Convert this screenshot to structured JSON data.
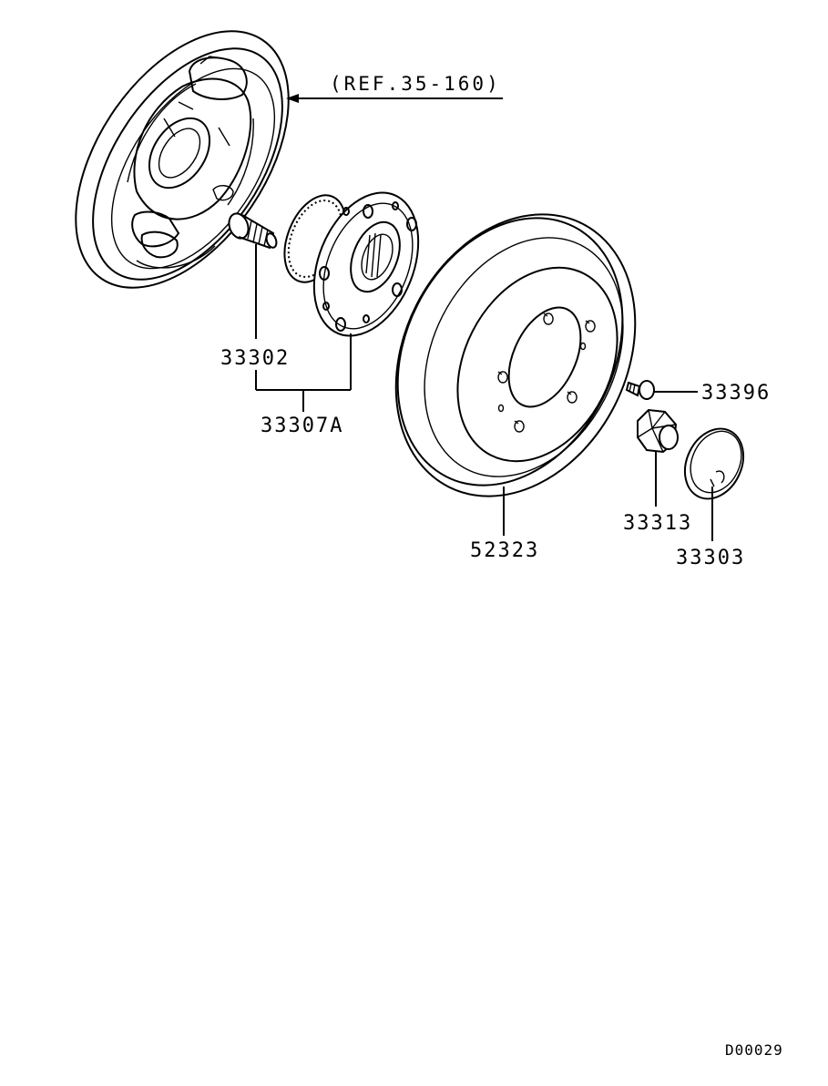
{
  "diagram": {
    "reference_label": "(REF.35-160)",
    "drawing_code": "D00029",
    "parts": [
      {
        "id": "backing_plate_ref",
        "label": "(REF.35-160)"
      },
      {
        "id": "hub_bolt",
        "label": "33302"
      },
      {
        "id": "hub_assembly",
        "label": "33307A"
      },
      {
        "id": "brake_drum",
        "label": "52323"
      },
      {
        "id": "drum_screw",
        "label": "33396"
      },
      {
        "id": "hub_nut",
        "label": "33313"
      },
      {
        "id": "hub_cap",
        "label": "33303"
      }
    ]
  }
}
